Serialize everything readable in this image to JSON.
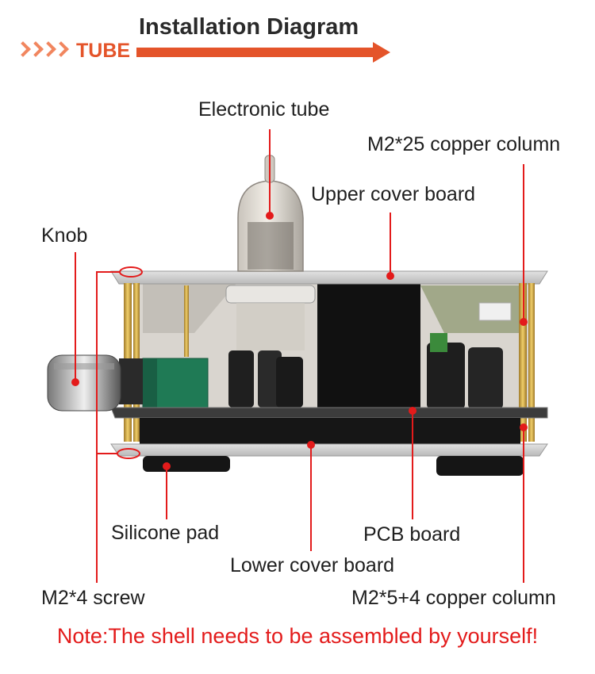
{
  "header": {
    "tag": "TUBE",
    "title": "Installation Diagram",
    "accent_color": "#e4542a"
  },
  "labels": {
    "electronic_tube": "Electronic tube",
    "copper_column_25": "M2*25 copper column",
    "upper_cover": "Upper cover board",
    "knob": "Knob",
    "silicone_pad": "Silicone pad",
    "pcb_board": "PCB board",
    "lower_cover": "Lower cover board",
    "screw": "M2*4 screw",
    "copper_column_54": "M2*5+4 copper column"
  },
  "note": "Note:The shell needs to be assembled by yourself!",
  "colors": {
    "leader": "#e31b1b",
    "note": "#e31b1b"
  }
}
